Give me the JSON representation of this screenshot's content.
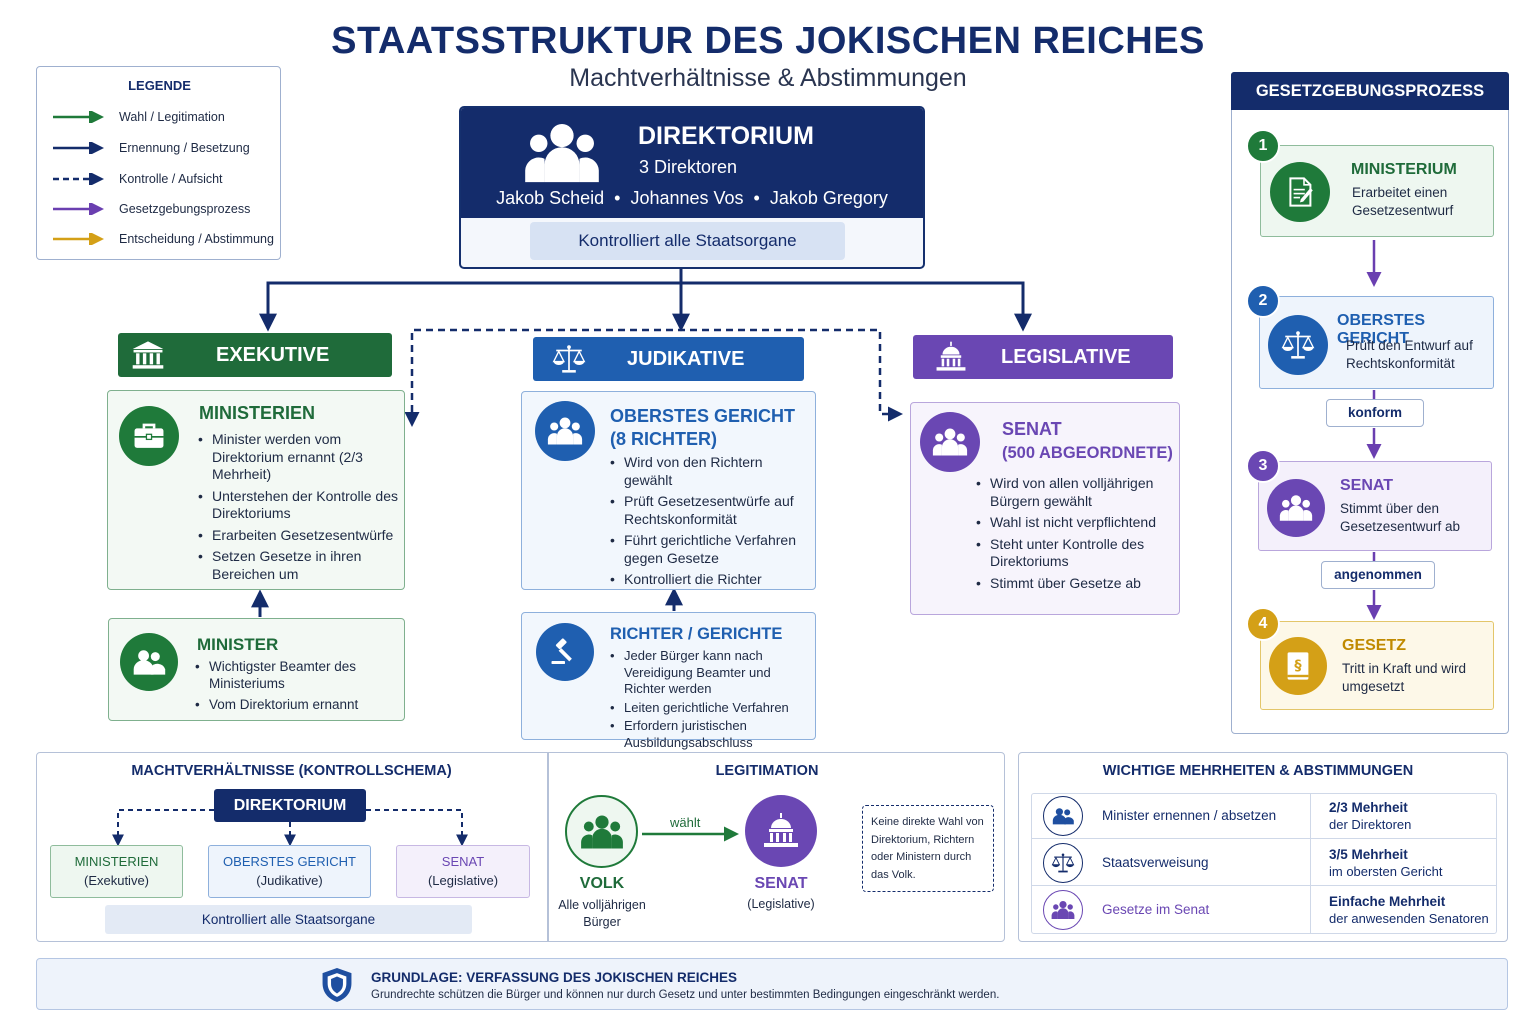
{
  "header": {
    "title": "STAATSSTRUKTUR DES JOKISCHEN REICHES",
    "subtitle": "Machtverhältnisse & Abstimmungen"
  },
  "legend": {
    "title": "LEGENDE",
    "items": [
      {
        "label": "Wahl / Legitimation",
        "color": "#1f7a3a",
        "style": "solid"
      },
      {
        "label": "Ernennung / Besetzung",
        "color": "#142c6b",
        "style": "solid"
      },
      {
        "label": "Kontrolle / Aufsicht",
        "color": "#142c6b",
        "style": "dashed"
      },
      {
        "label": "Gesetzgebungsprozess",
        "color": "#6a3fb0",
        "style": "solid"
      },
      {
        "label": "Entscheidung / Abstimmung",
        "color": "#d4a017",
        "style": "solid"
      }
    ]
  },
  "direktorium": {
    "title": "DIREKTORIUM",
    "subtitle": "3 Direktoren",
    "names": "Jakob Scheid  •  Johannes Vos  •  Jakob Gregory",
    "control": "Kontrolliert alle Staatsorgane",
    "icon": "people-group-icon"
  },
  "branches": {
    "exekutive": {
      "label": "EXEKUTIVE",
      "icon": "building-icon",
      "color": "#1f6b3a",
      "card": {
        "title": "MINISTERIEN",
        "icon": "briefcase-icon",
        "bullets": [
          "Minister werden vom Direktorium ernannt (2/3 Mehrheit)",
          "Unterstehen der Kontrolle des Direktoriums",
          "Erarbeiten Gesetzesentwürfe",
          "Setzen Gesetze in ihren Bereichen um"
        ]
      },
      "sub": {
        "title": "MINISTER",
        "icon": "people-icon",
        "bullets": [
          "Wichtigster Beamter des Ministeriums",
          "Vom Direktorium ernannt"
        ]
      }
    },
    "judikative": {
      "label": "JUDIKATIVE",
      "icon": "scales-icon",
      "color": "#1f5fb0",
      "card": {
        "title_line1": "OBERSTES GERICHT",
        "title_line2": "(8 RICHTER)",
        "icon": "people-group-icon",
        "bullets": [
          "Wird von den Richtern gewählt",
          "Prüft Gesetzesentwürfe auf Rechtskonformität",
          "Führt gerichtliche Verfahren gegen Gesetze",
          "Kontrolliert die Richter"
        ]
      },
      "sub": {
        "title": "RICHTER / GERICHTE",
        "icon": "gavel-icon",
        "bullets": [
          "Jeder Bürger kann nach Vereidigung Beamter und Richter werden",
          "Leiten gerichtliche Verfahren",
          "Erfordern juristischen Ausbildungsabschluss"
        ]
      }
    },
    "legislative": {
      "label": "LEGISLATIVE",
      "icon": "capitol-icon",
      "color": "#6a47b3",
      "card": {
        "title_line1": "SENAT",
        "title_line2": "(500 ABGEORDNETE)",
        "icon": "people-group-icon",
        "bullets": [
          "Wird von allen volljährigen Bürgern gewählt",
          "Wahl ist nicht verpflichtend",
          "Steht unter Kontrolle des Direktoriums",
          "Stimmt über Gesetze ab"
        ]
      }
    }
  },
  "process": {
    "title": "GESETZGEBUNGSPROZESS",
    "steps": [
      {
        "num": "1",
        "title": "MINISTERIUM",
        "desc_line1": "Erarbeitet einen",
        "desc_line2": "Gesetzesentwurf",
        "icon": "document-pen-icon",
        "color": "#1f7a3a"
      },
      {
        "num": "2",
        "title": "OBERSTES GERICHT",
        "desc_line1": "Prüft den Entwurf auf",
        "desc_line2": "Rechtskonformität",
        "icon": "scales-icon",
        "color": "#1f5fb0"
      },
      {
        "num": "3",
        "title": "SENAT",
        "desc_line1": "Stimmt über den",
        "desc_line2": "Gesetzesentwurf ab",
        "icon": "people-group-icon",
        "color": "#6a47b3"
      },
      {
        "num": "4",
        "title": "GESETZ",
        "desc_line1": "Tritt in Kraft und wird",
        "desc_line2": "umgesetzt",
        "icon": "law-book-icon",
        "color": "#d4a017"
      }
    ],
    "labels": [
      "konform",
      "angenommen"
    ]
  },
  "kontrollschema": {
    "title": "MACHTVERHÄLTNISSE (KONTROLLSCHEMA)",
    "top": "DIREKTORIUM",
    "boxes": [
      {
        "line1": "MINISTERIEN",
        "line2": "(Exekutive)"
      },
      {
        "line1": "OBERSTES GERICHT",
        "line2": "(Judikative)"
      },
      {
        "line1": "SENAT",
        "line2": "(Legislative)"
      }
    ],
    "bottom": "Kontrolliert alle Staatsorgane"
  },
  "legitimation": {
    "title": "LEGITIMATION",
    "arrow_label": "wählt",
    "volk": {
      "title": "VOLK",
      "line1": "Alle volljährigen",
      "line2": "Bürger"
    },
    "senat": {
      "title": "SENAT",
      "line1": "(Legislative)"
    },
    "note": "Keine direkte Wahl von Direktorium, Richtern oder Ministern durch das Volk."
  },
  "majorities": {
    "title": "WICHTIGE MEHRHEITEN & ABSTIMMUNGEN",
    "rows": [
      {
        "text": "Minister ernennen / absetzen",
        "value": "2/3 Mehrheit",
        "detail": "der Direktoren",
        "icon": "people-icon"
      },
      {
        "text": "Staatsverweisung",
        "value": "3/5 Mehrheit",
        "detail": "im obersten Gericht",
        "icon": "scales-icon"
      },
      {
        "text": "Gesetze im Senat",
        "value": "Einfache Mehrheit",
        "detail": "der anwesenden Senatoren",
        "icon": "people-group-icon"
      }
    ]
  },
  "footer": {
    "title": "GRUNDLAGE: VERFASSUNG DES JOKISCHEN REICHES",
    "text": "Grundrechte schützen die Bürger und können nur durch Gesetz und unter bestimmten Bedingungen eingeschränkt werden.",
    "icon": "shield-icon"
  }
}
